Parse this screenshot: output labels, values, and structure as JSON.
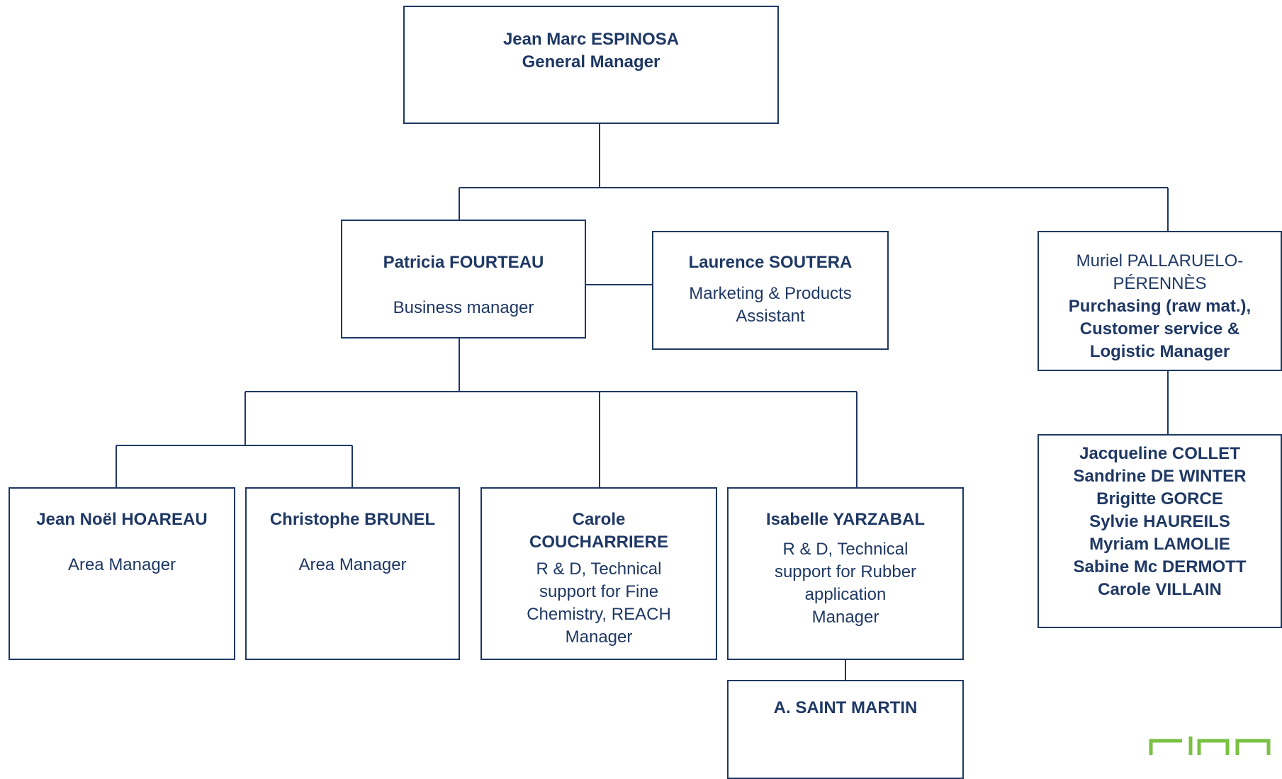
{
  "gm": {
    "name": "Jean Marc ESPINOSA",
    "role": "General Manager"
  },
  "business": {
    "name": "Patricia FOURTEAU",
    "role": "Business manager"
  },
  "marketing": {
    "name": "Laurence SOUTERA",
    "role_line1": "Marketing & Products",
    "role_line2": "Assistant"
  },
  "purchasing": {
    "name_line1": "Muriel PALLARUELO-",
    "name_line2": "PÉRENNÈS",
    "role_line1": "Purchasing (raw mat.),",
    "role_line2": "Customer service &",
    "role_line3": "Logistic Manager"
  },
  "customer_team": [
    "Jacqueline COLLET",
    "Sandrine DE WINTER",
    "Brigitte GORCE",
    "Sylvie HAUREILS",
    "Myriam LAMOLIE",
    "Sabine Mc DERMOTT",
    "Carole VILLAIN"
  ],
  "area1": {
    "name": "Jean Noël  HOAREAU",
    "role": "Area Manager"
  },
  "area2": {
    "name": "Christophe BRUNEL",
    "role": "Area Manager"
  },
  "rd_fine": {
    "name_line1": "Carole",
    "name_line2": "COUCHARRIERE",
    "role_line1": "R & D, Technical",
    "role_line2": "support  for Fine",
    "role_line3": "Chemistry, REACH",
    "role_line4": "Manager"
  },
  "rd_rubber": {
    "name": "Isabelle YARZABAL",
    "role_line1": "R & D, Technical",
    "role_line2": "support for Rubber",
    "role_line3": "application",
    "role_line4": "Manager"
  },
  "assistant": {
    "name": "A. SAINT MARTIN"
  },
  "colors": {
    "text": "#1f3864",
    "line": "#1f3864",
    "logo": "#7ac143"
  }
}
